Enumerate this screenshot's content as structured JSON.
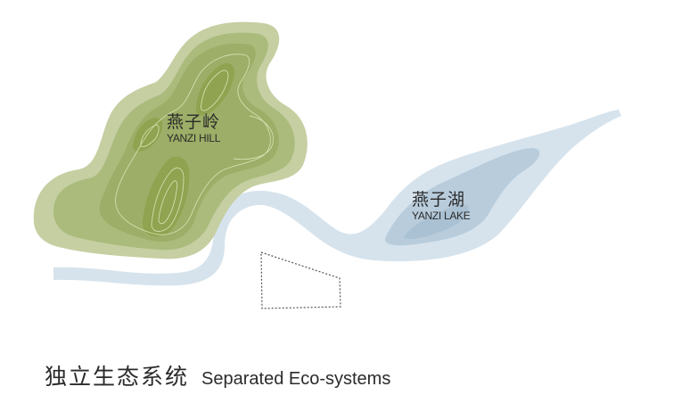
{
  "hill": {
    "name_zh": "燕子岭",
    "name_en": "YANZI HILL",
    "colors": {
      "outer": "#c3ceA0",
      "mid": "#a9b97a",
      "inner": "#9aad63",
      "core": "#8ea24f",
      "contour": "#d9e2b4"
    }
  },
  "lake": {
    "name_zh": "燕子湖",
    "name_en": "YANZI LAKE",
    "colors": {
      "river": "#d6e3ec",
      "deep": "#b6cbdb",
      "deepest": "#a9c0d2"
    }
  },
  "site_outline": {
    "style": "dotted",
    "color": "#555555"
  },
  "caption": {
    "zh": "独立生态系统",
    "en": "Separated Eco-systems"
  }
}
